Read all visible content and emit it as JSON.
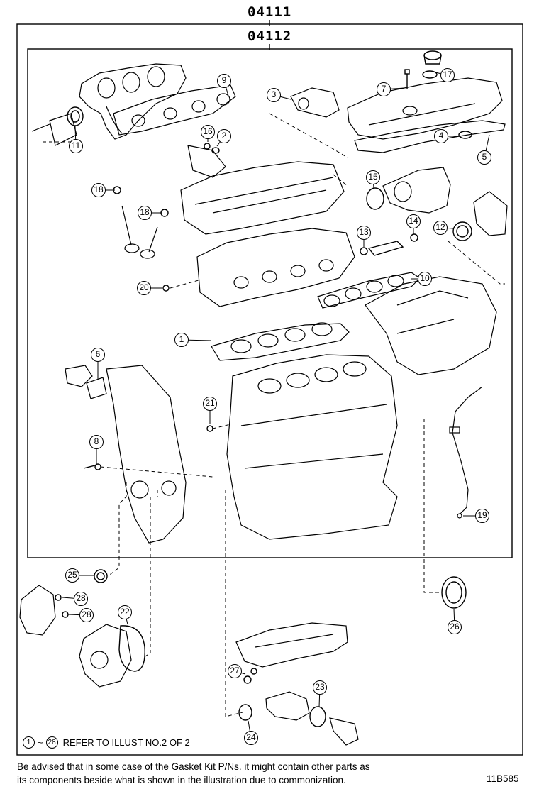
{
  "kit_outer": "04111",
  "kit_inner": "04112",
  "callouts": [
    {
      "label": "9"
    },
    {
      "label": "3"
    },
    {
      "label": "7"
    },
    {
      "label": "17"
    },
    {
      "label": "4"
    },
    {
      "label": "5"
    },
    {
      "label": "11"
    },
    {
      "label": "16"
    },
    {
      "label": "2"
    },
    {
      "label": "18"
    },
    {
      "label": "18"
    },
    {
      "label": "15"
    },
    {
      "label": "14"
    },
    {
      "label": "13"
    },
    {
      "label": "12"
    },
    {
      "label": "10"
    },
    {
      "label": "20"
    },
    {
      "label": "1"
    },
    {
      "label": "6"
    },
    {
      "label": "21"
    },
    {
      "label": "8"
    },
    {
      "label": "19"
    },
    {
      "label": "25"
    },
    {
      "label": "28"
    },
    {
      "label": "28"
    },
    {
      "label": "22"
    },
    {
      "label": "26"
    },
    {
      "label": "27"
    },
    {
      "label": "23"
    },
    {
      "label": "24"
    }
  ],
  "refer_note": {
    "start": "1",
    "tilde": "~",
    "end": "28",
    "text": "REFER TO ILLUST NO.2 OF 2"
  },
  "disclaimer": [
    "Be advised that in some case of the Gasket Kit P/Ns.  it might contain other parts as",
    "its components beside what is shown in the illustration due to commonization."
  ],
  "illustration_code": "11B585"
}
